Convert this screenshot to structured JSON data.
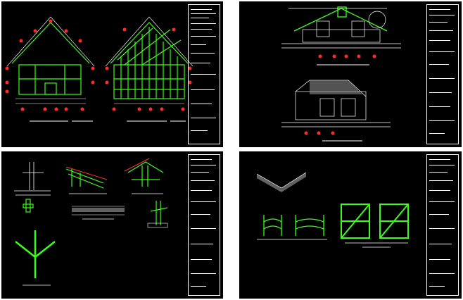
{
  "canvas": {
    "background": "#ffffff",
    "sheet_background": "#000000"
  },
  "colors": {
    "line": "#ffffff",
    "structure": "#39ff14",
    "dimension": "#ff2a2a",
    "hatch": "#6fdc5a"
  },
  "sheets": [
    {
      "id": "sheet-1",
      "content": "house-sections-and-framing"
    },
    {
      "id": "sheet-2",
      "content": "elevations"
    },
    {
      "id": "sheet-3",
      "content": "construction-details"
    },
    {
      "id": "sheet-4",
      "content": "joint-and-frame-details"
    }
  ]
}
